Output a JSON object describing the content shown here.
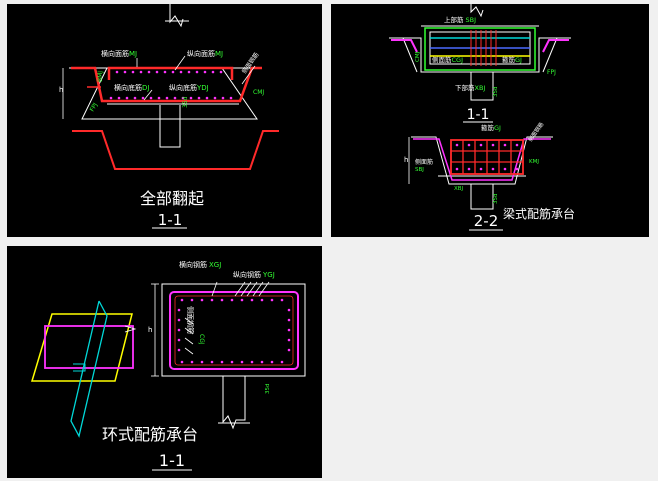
{
  "panel1": {
    "title": "全部翻起",
    "section": "1-1",
    "labels": {
      "hengxiang_mian": "横向面筋",
      "hengxiang_mian_code": "MJ",
      "zongxiang_mian": "纵向面筋",
      "zongxiang_mian_code": "MJ",
      "hengxiang_di": "横向底筋",
      "hengxiang_di_code": "DJ",
      "zongxiang_di": "纵向底筋",
      "zongxiang_di_code": "YDJ",
      "side_right": "侧面钢筋",
      "cmj": "CMJ",
      "bmj": "BMJ",
      "h": "h",
      "fpj": "FPJ",
      "dim": "35d"
    }
  },
  "panel2": {
    "title": "梁式配筋承台",
    "section_top": "1-1",
    "section_bottom": "2-2",
    "labels": {
      "shangbu": "上部筋",
      "sbj": "SBJ",
      "cmj": "CMJ",
      "cejin": "侧面筋",
      "cgj": "CGJ",
      "xiabu": "下部筋",
      "xbj": "XBJ",
      "fpj": "FPJ",
      "kuangjin": "箍筋",
      "gj": "GJ",
      "kmj": "KMJ",
      "ce_mian": "侧面筋",
      "sbj2": "SBJ",
      "side_right": "侧面钢筋",
      "h": "h",
      "xbj2": "XBJ",
      "dim": "35d"
    }
  },
  "panel3": {
    "title": "环式配筋承台",
    "section": "1-1",
    "labels": {
      "hengxiang": "横向钢筋",
      "hengxiang_code": "XGJ",
      "zongxiang": "纵向钢筋",
      "zongxiang_code": "YGJ",
      "cemian": "侧面钢筋",
      "cgj": "CGJ",
      "h": "h",
      "dim": "35d"
    }
  },
  "colors": {
    "background": "#000000",
    "page": "#f0f0f0",
    "red": "#ff2a2a",
    "magenta": "#ff33ff",
    "white": "#ffffff",
    "green": "#33ff33",
    "yellow": "#ffff00",
    "cyan": "#00d8d8",
    "blue": "#4a6bff"
  }
}
